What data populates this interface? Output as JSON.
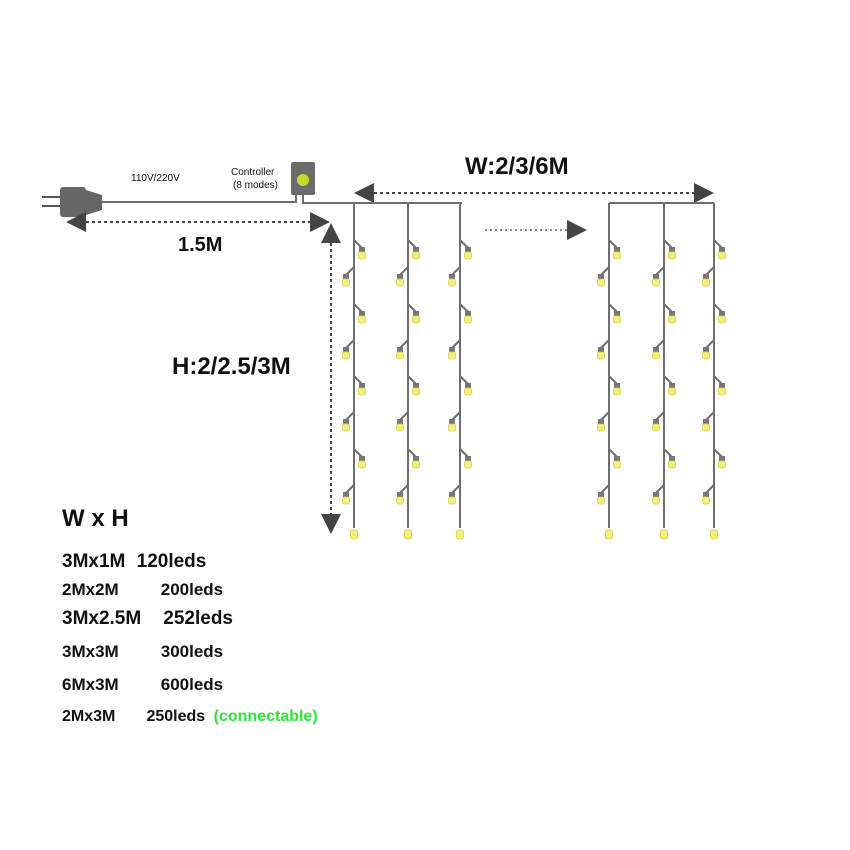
{
  "labels": {
    "voltage": "110V/220V",
    "controller_line1": "Controller",
    "controller_line2": "(8 modes)",
    "cable_length": "1.5M",
    "width": "W:2/3/6M",
    "height": "H:2/2.5/3M",
    "table_header": "W x H"
  },
  "specs": [
    {
      "size": "3Mx1M",
      "leds": "120leds",
      "note": ""
    },
    {
      "size": "2Mx2M",
      "leds": "200leds",
      "note": ""
    },
    {
      "size": "3Mx2.5M",
      "leds": "252leds",
      "note": ""
    },
    {
      "size": "3Mx3M",
      "leds": "300leds",
      "note": ""
    },
    {
      "size": "6Mx3M",
      "leds": "600leds",
      "note": ""
    },
    {
      "size": "2Mx3M",
      "leds": "250leds",
      "note": "(connectable)"
    }
  ],
  "colors": {
    "wire": "#6e6e6e",
    "bulb": "#f5f07a",
    "controller_led": "#c8d829",
    "note": "#2ee53a"
  }
}
